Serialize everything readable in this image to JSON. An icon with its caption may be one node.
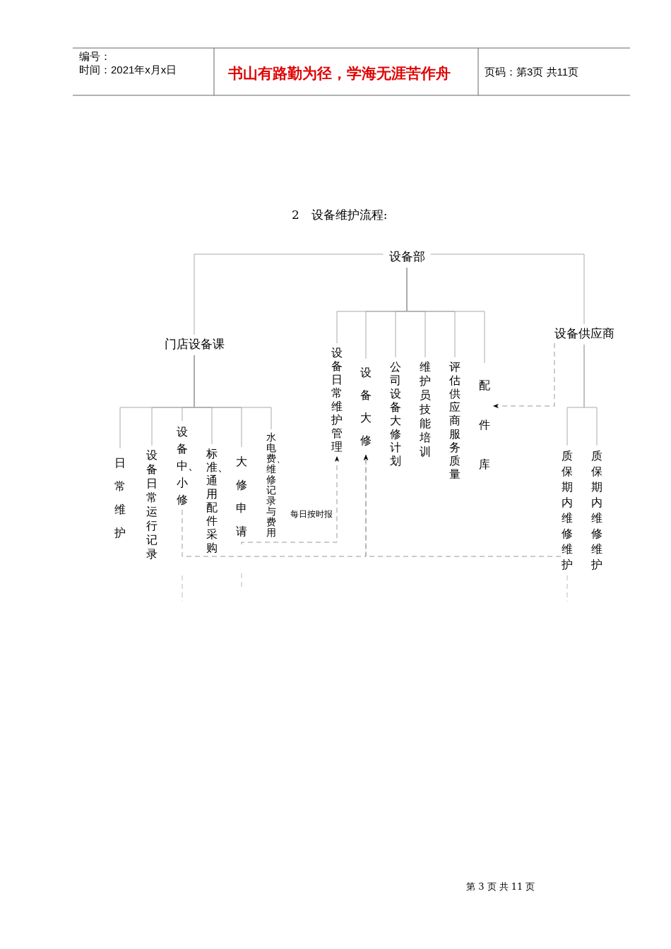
{
  "diagram": {
    "title": "2　设备维护流程:",
    "nodes": [
      {
        "text": [
          "设备部"
        ]
      },
      {
        "text": [
          "门店设备课"
        ]
      },
      {
        "text": [
          "设备供应商"
        ]
      },
      {
        "text": [
          "设备日常维护管理"
        ]
      },
      {
        "text": [
          "设备大修"
        ]
      },
      {
        "text": [
          "公司设备大修计划"
        ]
      },
      {
        "text": [
          "维护员技能培训"
        ]
      },
      {
        "text": [
          "评估供应商服务质量"
        ]
      },
      {
        "text": [
          "配件库"
        ]
      },
      {
        "text": [
          "日常维护"
        ]
      },
      {
        "text": [
          "设备日常运行记录"
        ]
      },
      {
        "text": [
          "设备中、小修"
        ]
      },
      {
        "text": [
          "标准、通用配件采购"
        ]
      },
      {
        "text": [
          "大修申请"
        ]
      },
      {
        "text": [
          "水电费、维修记录与费用"
        ]
      },
      {
        "text": [
          "质保期内维修维护"
        ]
      },
      {
        "text": [
          "质保期内维修维护"
        ]
      }
    ],
    "edges": [
      {
        "from": 0,
        "to": 1,
        "arrow": "none"
      },
      {
        "from": 0,
        "to": 2,
        "arrow": "none"
      },
      {
        "from": 0,
        "to": 3,
        "arrow": "none"
      },
      {
        "from": 0,
        "to": 4,
        "arrow": "none"
      },
      {
        "from": 0,
        "to": 5,
        "arrow": "none"
      },
      {
        "from": 0,
        "to": 6,
        "arrow": "none"
      },
      {
        "from": 0,
        "to": 7,
        "arrow": "none"
      },
      {
        "from": 0,
        "to": 8,
        "arrow": "none"
      },
      {
        "from": 1,
        "to": 9,
        "arrow": "none"
      },
      {
        "from": 1,
        "to": 10,
        "arrow": "none"
      },
      {
        "from": 1,
        "to": 11,
        "arrow": "none"
      },
      {
        "from": 1,
        "to": 12,
        "arrow": "none"
      },
      {
        "from": 1,
        "to": 13,
        "arrow": "none"
      },
      {
        "from": 1,
        "to": 14,
        "arrow": "none"
      },
      {
        "from": 2,
        "to": 15,
        "arrow": "none"
      },
      {
        "from": 2,
        "to": 16,
        "arrow": "none"
      },
      {
        "from": 2,
        "to": 8,
        "arrow": "to",
        "style": "dashed"
      },
      {
        "from": 13,
        "to": 3,
        "arrow": "to",
        "style": "dashed",
        "label": "每日按时报"
      },
      {
        "from": 11,
        "to": 4,
        "arrow": "to",
        "style": "dashed"
      },
      {
        "from": 15,
        "to": 4,
        "arrow": "to",
        "style": "dashed"
      }
    ],
    "labels": [
      "编号：",
      "时间：2021年x月x日",
      "书山有路勤为径，学海无涯苦作舟",
      "页码：第3页 共11页",
      "第 3 页 共 11 页"
    ]
  }
}
